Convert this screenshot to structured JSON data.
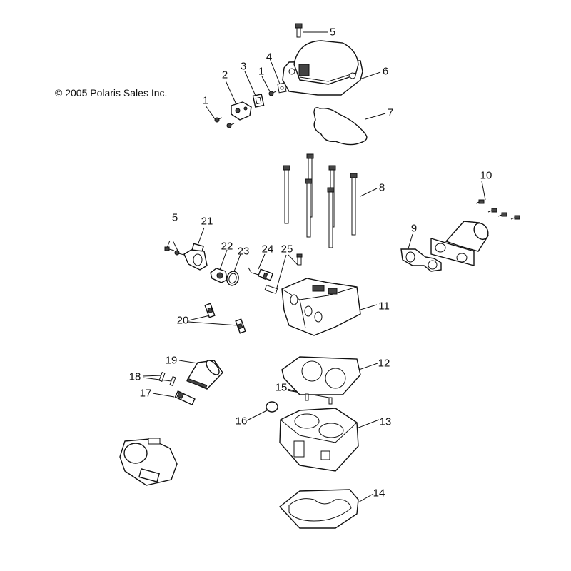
{
  "copyright": "© 2005 Polaris Sales Inc.",
  "callouts": [
    {
      "id": "c1a",
      "label": "1"
    },
    {
      "id": "c2",
      "label": "2"
    },
    {
      "id": "c3",
      "label": "3"
    },
    {
      "id": "c1b",
      "label": "1"
    },
    {
      "id": "c4",
      "label": "4"
    },
    {
      "id": "c5a",
      "label": "5"
    },
    {
      "id": "c6",
      "label": "6"
    },
    {
      "id": "c7",
      "label": "7"
    },
    {
      "id": "c8",
      "label": "8"
    },
    {
      "id": "c9",
      "label": "9"
    },
    {
      "id": "c10",
      "label": "10"
    },
    {
      "id": "c5b",
      "label": "5"
    },
    {
      "id": "c21",
      "label": "21"
    },
    {
      "id": "c22",
      "label": "22"
    },
    {
      "id": "c23",
      "label": "23"
    },
    {
      "id": "c24",
      "label": "24"
    },
    {
      "id": "c25",
      "label": "25"
    },
    {
      "id": "c11",
      "label": "11"
    },
    {
      "id": "c20",
      "label": "20"
    },
    {
      "id": "c19",
      "label": "19"
    },
    {
      "id": "c18",
      "label": "18"
    },
    {
      "id": "c17",
      "label": "17"
    },
    {
      "id": "c12",
      "label": "12"
    },
    {
      "id": "c15",
      "label": "15"
    },
    {
      "id": "c16",
      "label": "16"
    },
    {
      "id": "c13",
      "label": "13"
    },
    {
      "id": "c14",
      "label": "14"
    }
  ]
}
